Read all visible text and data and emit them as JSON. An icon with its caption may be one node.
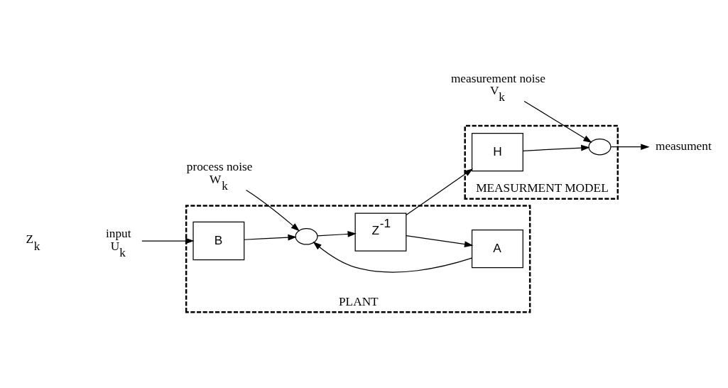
{
  "diagram": {
    "nodes": [
      {
        "text": [
          "PLANT"
        ]
      },
      {
        "text": [
          "MEASURMENT MODEL"
        ]
      },
      {
        "text": [
          "B"
        ],
        "in": 0
      },
      {
        "text": [],
        "shape": "circle",
        "in": 0
      },
      {
        "text": [
          "Z$^{-1}$"
        ],
        "in": 0
      },
      {
        "text": [
          "A"
        ],
        "in": 0
      },
      {
        "text": [
          "H"
        ],
        "in": 1
      },
      {
        "text": [],
        "shape": "circle",
        "in": 1
      },
      {
        "text": [
          "input",
          "U$_{k}$"
        ]
      },
      {
        "text": [
          "process noise",
          "W$_{k}$"
        ]
      },
      {
        "text": [
          "measurement noise",
          "V$_{k}$"
        ]
      },
      {
        "text": [
          "measument"
        ]
      }
    ],
    "edges": [
      {
        "from": 8,
        "to": 2,
        "arrow": "to"
      },
      {
        "from": 2,
        "to": 3,
        "arrow": "to"
      },
      {
        "from": 9,
        "to": 3,
        "arrow": "to"
      },
      {
        "from": 3,
        "to": 4,
        "arrow": "to"
      },
      {
        "from": 4,
        "to": 6,
        "arrow": "to"
      },
      {
        "from": 4,
        "to": 5,
        "arrow": "to"
      },
      {
        "from": 5,
        "to": 3,
        "arrow": "to"
      },
      {
        "from": 6,
        "to": 7,
        "arrow": "to"
      },
      {
        "from": 10,
        "to": 7,
        "arrow": "to"
      },
      {
        "from": 7,
        "to": 11,
        "arrow": "to"
      }
    ],
    "labels": [
      "Z$_{k}$"
    ]
  }
}
